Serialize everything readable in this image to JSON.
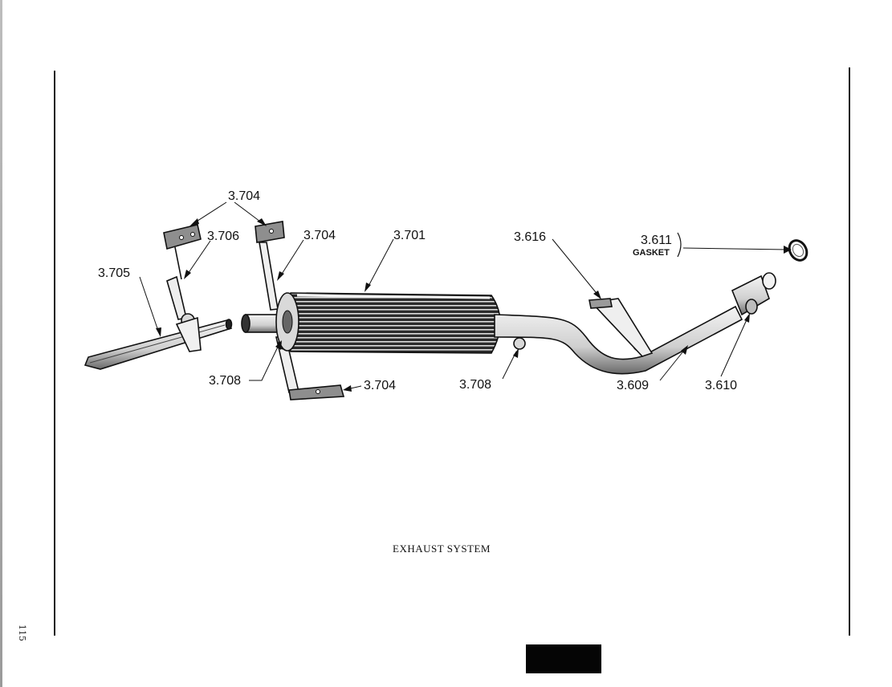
{
  "page": {
    "page_number": "115",
    "caption": "EXHAUST SYSTEM"
  },
  "labels": {
    "l_3704_top": "3.704",
    "l_3706": "3.706",
    "l_3704_mid": "3.704",
    "l_3701": "3.701",
    "l_3616": "3.616",
    "l_3611": "3.611",
    "l_gasket": "GASKET",
    "l_3705": "3.705",
    "l_3708_left": "3.708",
    "l_3704_bottom": "3.704",
    "l_3708_right": "3.708",
    "l_3609": "3.609",
    "l_3610": "3.610"
  }
}
